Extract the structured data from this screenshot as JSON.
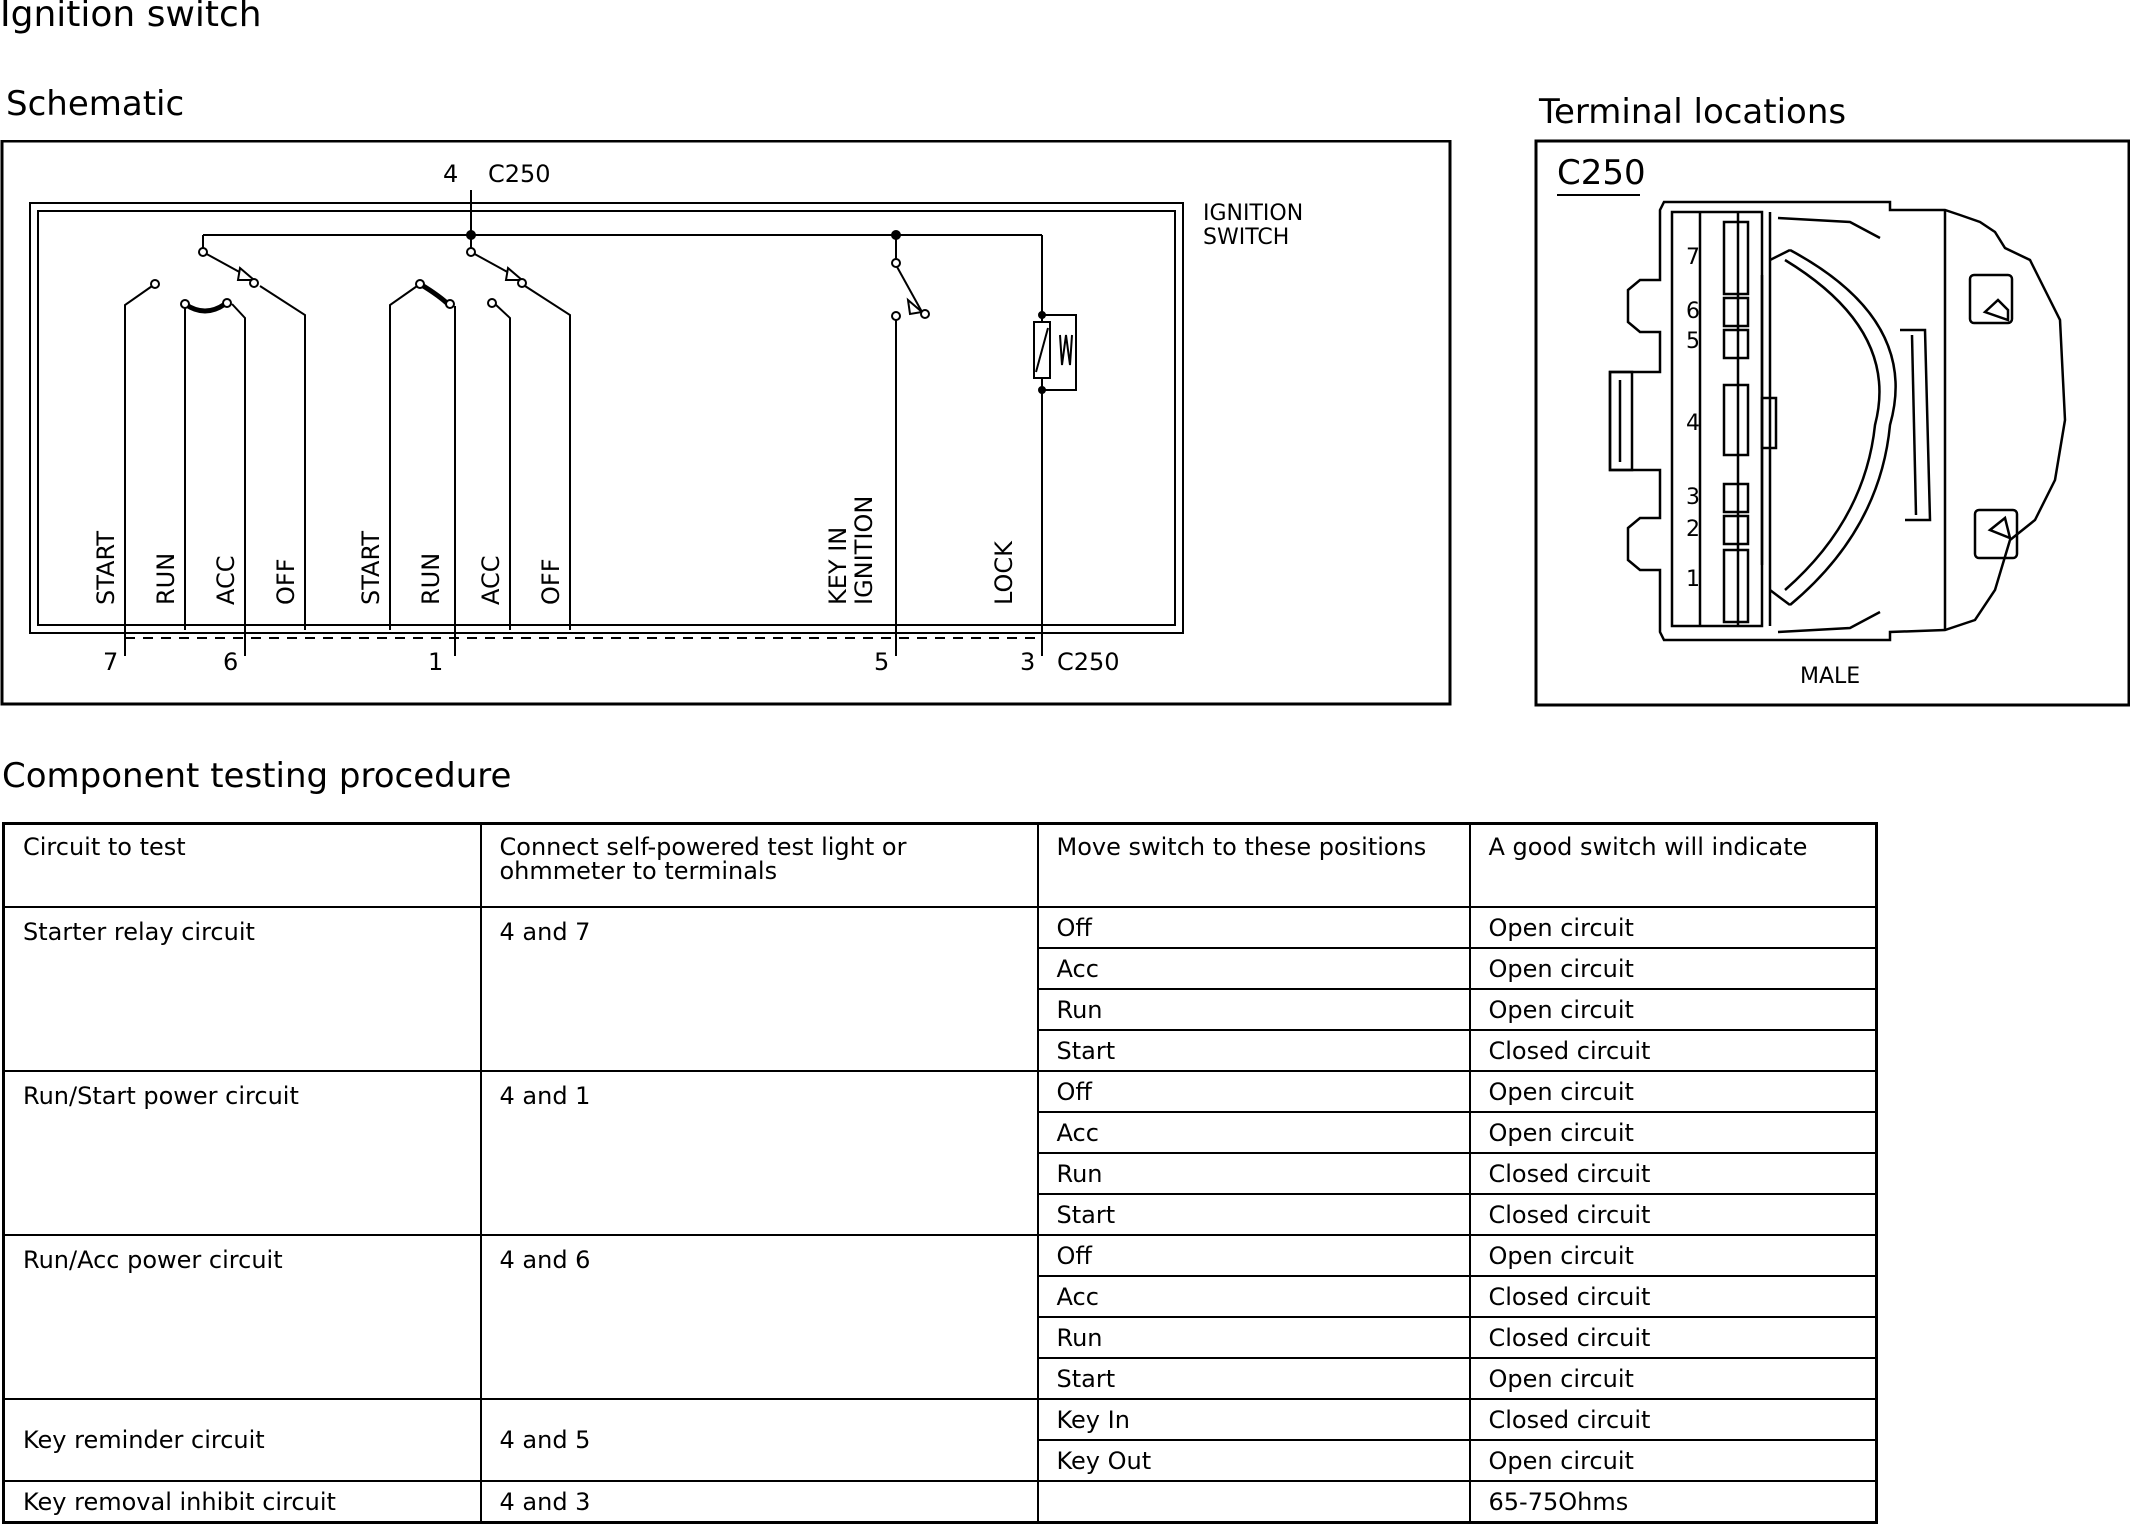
{
  "title": "Ignition switch",
  "schematic": {
    "heading": "Schematic",
    "top_pin": "4",
    "top_connector": "C250",
    "component_label": [
      "IGNITION",
      "SWITCH"
    ],
    "position_labels": [
      "START",
      "RUN",
      "ACC",
      "OFF",
      "START",
      "RUN",
      "ACC",
      "OFF",
      "KEY IN",
      "IGNITION",
      "LOCK"
    ],
    "bottom_pins": [
      "7",
      "6",
      "1",
      "5",
      "3"
    ],
    "bottom_connector": "C250"
  },
  "terminal_locations": {
    "heading": "Terminal locations",
    "connector": "C250",
    "pin_numbers": [
      "7",
      "6",
      "5",
      "4",
      "3",
      "2",
      "1"
    ],
    "gender": "MALE"
  },
  "procedure": {
    "heading": "Component testing procedure",
    "columns": [
      "Circuit to test",
      "Connect self-powered test light or ohmmeter to terminals",
      "Move switch to these positions",
      "A good switch will indicate"
    ],
    "groups": [
      {
        "circuit": "Starter relay circuit",
        "terminals": "4 and 7",
        "rows": [
          [
            "Off",
            "Open circuit"
          ],
          [
            "Acc",
            "Open circuit"
          ],
          [
            "Run",
            "Open circuit"
          ],
          [
            "Start",
            "Closed circuit"
          ]
        ]
      },
      {
        "circuit": "Run/Start power circuit",
        "terminals": "4 and 1",
        "rows": [
          [
            "Off",
            "Open circuit"
          ],
          [
            "Acc",
            "Open circuit"
          ],
          [
            "Run",
            "Closed circuit"
          ],
          [
            "Start",
            "Closed circuit"
          ]
        ]
      },
      {
        "circuit": "Run/Acc power circuit",
        "terminals": "4 and 6",
        "rows": [
          [
            "Off",
            "Open circuit"
          ],
          [
            "Acc",
            "Closed circuit"
          ],
          [
            "Run",
            "Closed circuit"
          ],
          [
            "Start",
            "Open circuit"
          ]
        ]
      },
      {
        "circuit": "Key reminder circuit",
        "terminals": "4 and 5",
        "rows": [
          [
            "Key In",
            "Closed circuit"
          ],
          [
            "Key Out",
            "Open circuit"
          ]
        ]
      },
      {
        "circuit": "Key removal inhibit circuit",
        "terminals": "4 and 3",
        "rows": [
          [
            "",
            "65-75Ohms"
          ]
        ]
      }
    ]
  }
}
